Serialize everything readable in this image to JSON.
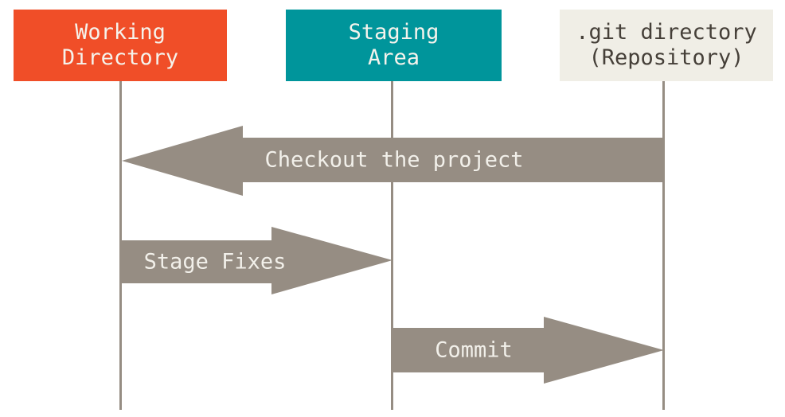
{
  "columns": [
    {
      "id": "working-directory",
      "label": "Working\nDirectory"
    },
    {
      "id": "staging-area",
      "label": "Staging\nArea"
    },
    {
      "id": "git-directory",
      "label": ".git directory\n(Repository)"
    }
  ],
  "arrows": [
    {
      "id": "checkout",
      "label": "Checkout the project",
      "direction": "left",
      "from": "git-directory",
      "to": "working-directory"
    },
    {
      "id": "stage-fixes",
      "label": "Stage Fixes",
      "direction": "right",
      "from": "working-directory",
      "to": "staging-area"
    },
    {
      "id": "commit",
      "label": "Commit",
      "direction": "right",
      "from": "staging-area",
      "to": "git-directory"
    }
  ],
  "colors": {
    "orange": "#f04e28",
    "teal": "#00959b",
    "offwhite": "#f0eee6",
    "gray": "#968d83",
    "box-text-light": "#f5f3ec",
    "box-text-dark": "#453f38",
    "arrow-text": "#f2f0ea"
  }
}
